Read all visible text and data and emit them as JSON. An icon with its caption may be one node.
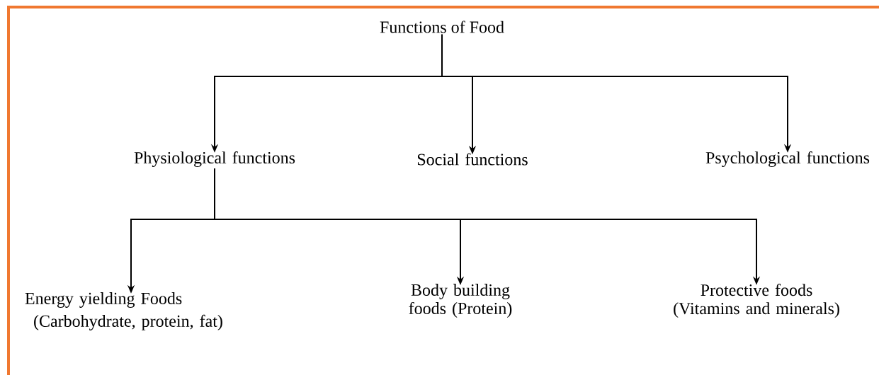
{
  "diagram": {
    "nodes": [
      {
        "text": [
          "Functions of Food"
        ]
      },
      {
        "text": [
          "Physiological functions"
        ]
      },
      {
        "text": [
          "Social functions"
        ]
      },
      {
        "text": [
          "Psychological functions"
        ]
      },
      {
        "text": [
          "Energy yielding Foods",
          "(Carbohydrate, protein, fat)"
        ]
      },
      {
        "text": [
          "Body building foods (Protein)"
        ]
      },
      {
        "text": [
          "Protective foods (Vitamins and minerals)"
        ]
      }
    ],
    "edges": [
      {
        "from": 0,
        "to": 1,
        "arrow": "to"
      },
      {
        "from": 0,
        "to": 2,
        "arrow": "to"
      },
      {
        "from": 0,
        "to": 3,
        "arrow": "to"
      },
      {
        "from": 1,
        "to": 4,
        "arrow": "to"
      },
      {
        "from": 1,
        "to": 5,
        "arrow": "to"
      },
      {
        "from": 1,
        "to": 6,
        "arrow": "to"
      }
    ]
  }
}
